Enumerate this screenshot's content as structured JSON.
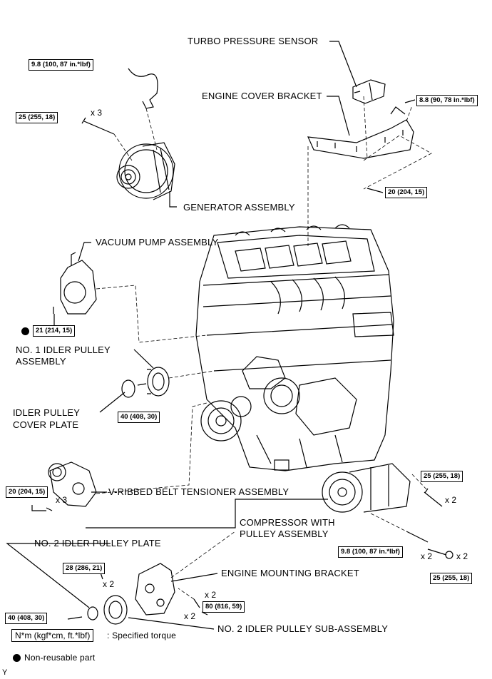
{
  "labels": {
    "turbo_pressure_sensor": "TURBO PRESSURE SENSOR",
    "engine_cover_bracket": "ENGINE COVER BRACKET",
    "generator_assembly": "GENERATOR ASSEMBLY",
    "vacuum_pump_assembly": "VACUUM PUMP ASSEMBLY",
    "no1_idler_line1": "NO. 1 IDLER PULLEY",
    "no1_idler_line2": "ASSEMBLY",
    "idler_cover_line1": "IDLER PULLEY",
    "idler_cover_line2": "COVER PLATE",
    "v_ribbed_tensioner": "V-RIBBED BELT TENSIONER ASSEMBLY",
    "compressor_line1": "COMPRESSOR WITH",
    "compressor_line2": "PULLEY ASSEMBLY",
    "no2_idler_plate": "NO. 2 IDLER PULLEY PLATE",
    "engine_mounting_bracket": "ENGINE MOUNTING BRACKET",
    "no2_idler_sub": "NO. 2 IDLER PULLEY SUB-ASSEMBLY"
  },
  "torques": {
    "t_98_top": "9.8 (100, 87 in.*lbf)",
    "t_25_gen": "25 (255, 18)",
    "t_88": "8.8 (90, 78 in.*lbf)",
    "t_20_cover": "20 (204, 15)",
    "t_21_vac": "21 (214, 15)",
    "t_40_idler": "40 (408, 30)",
    "t_20_tens": "20 (204, 15)",
    "t_25_comp": "25 (255, 18)",
    "t_98_comp": "9.8 (100, 87 in.*lbf)",
    "t_25_nut": "25 (255, 18)",
    "t_28": "28 (286, 21)",
    "t_80": "80 (816, 59)",
    "t_40_plate": "40 (408, 30)"
  },
  "multipliers": {
    "gen_bolts": "x 3",
    "tens_bolts": "x 3",
    "comp_bolts": "x 2",
    "comp_studs": "x 2",
    "comp_nuts": "x 2",
    "mount_28": "x 2",
    "mount_80a": "x 2",
    "mount_80b": "x 2"
  },
  "legend": {
    "torque_box": "N*m (kgf*cm, ft.*lbf)",
    "torque_text": ": Specified torque",
    "nonreusable_text": "Non-reusable part"
  },
  "footer_mark": "Y"
}
